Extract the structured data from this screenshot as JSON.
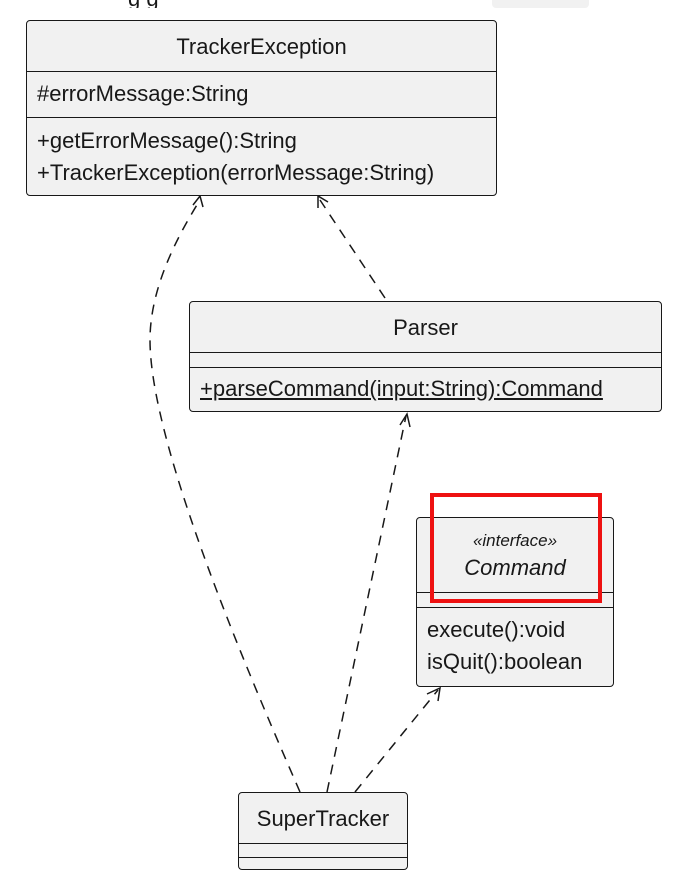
{
  "header": {
    "partial_text": "g        g"
  },
  "classes": {
    "tracker_exception": {
      "name": "TrackerException",
      "fields": [
        "#errorMessage:String"
      ],
      "methods": [
        "+getErrorMessage():String",
        "+TrackerException(errorMessage:String)"
      ]
    },
    "parser": {
      "name": "Parser",
      "fields": [],
      "methods": [
        "+parseCommand(input:String):Command"
      ],
      "static_method_underlined": true
    },
    "command": {
      "stereotype": "«interface»",
      "name": "Command",
      "fields": [],
      "methods": [
        "execute():void",
        "isQuit():boolean"
      ]
    },
    "super_tracker": {
      "name": "SuperTracker",
      "fields": [],
      "methods": []
    }
  },
  "relations": [
    {
      "from": "SuperTracker",
      "to": "TrackerException",
      "type": "dependency"
    },
    {
      "from": "Parser",
      "to": "TrackerException",
      "type": "dependency"
    },
    {
      "from": "SuperTracker",
      "to": "Parser",
      "type": "dependency"
    },
    {
      "from": "SuperTracker",
      "to": "Command",
      "type": "dependency"
    }
  ],
  "highlight": {
    "target": "Command",
    "color": "#ee1111"
  },
  "colors": {
    "class_fill": "#f1f1f1",
    "line": "#181818"
  }
}
